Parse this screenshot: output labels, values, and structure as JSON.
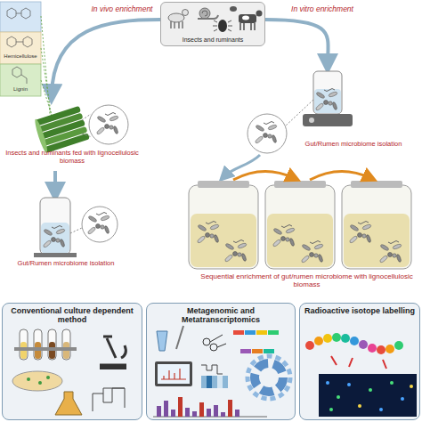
{
  "diagram": {
    "nodes": [
      {
        "text": [
          "Insects and ruminants"
        ]
      },
      {
        "text": [
          "Conventional culture dependent method"
        ]
      },
      {
        "text": [
          "Metagenomic and Metatranscriptomics"
        ]
      },
      {
        "text": [
          "Radioactive isotope labelling"
        ]
      }
    ],
    "labels": [
      "In vivo enrichment",
      "In vitro enrichment",
      "Hemicellulose",
      "Lignin",
      "Insects and ruminants fed with lignocellulosic biomass",
      "Gut/Rumen microbiome isolation",
      "Gut/Rumen microbiome isolation",
      "Sequential enrichment of gut/rumen microbiome with lignocellulosic biomass"
    ]
  }
}
